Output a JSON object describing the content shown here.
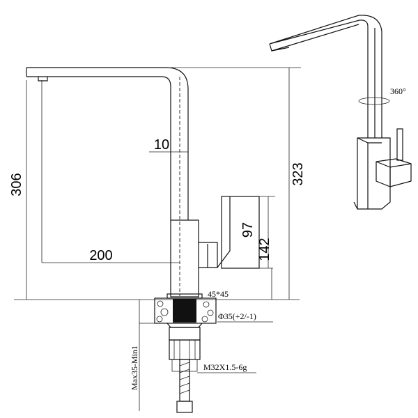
{
  "drawing": {
    "dimensions": {
      "height_total": "306",
      "reach": "200",
      "pipe_width": "10",
      "overall_height": "323",
      "handle_height": "97",
      "body_height": "142",
      "base_size": "45*45",
      "hole_diameter": "Φ35(+2/-1)",
      "thread": "M32X1.5-6g",
      "counter_thickness": "Max35-Min1",
      "rotation": "360°"
    }
  }
}
